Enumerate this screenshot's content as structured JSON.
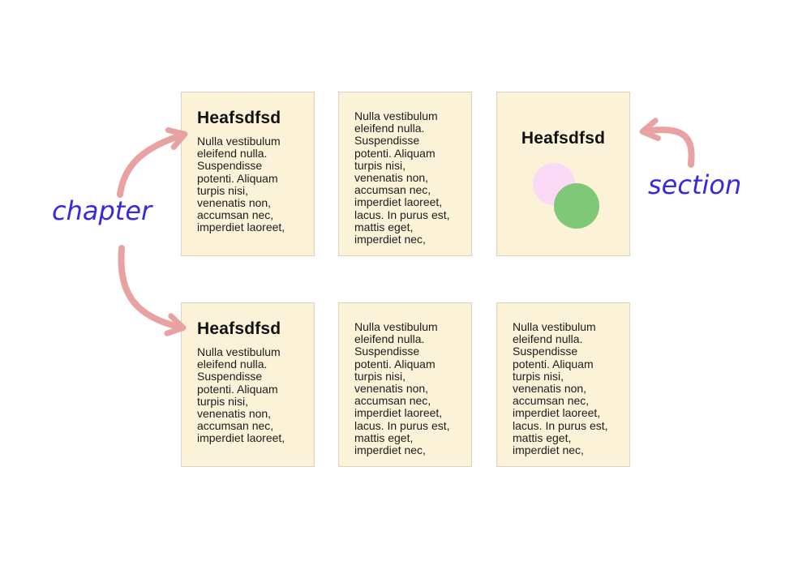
{
  "canvas": {
    "background": "#ffffff"
  },
  "card_style": {
    "background": "#fbf2d7",
    "border_color": "#dbd3bf",
    "text_color": "#1c1c1c"
  },
  "labels": {
    "chapter": "chapter",
    "section": "section",
    "color": "#3629e0"
  },
  "arrows": {
    "color": "#e8a2a2"
  },
  "cards": [
    {
      "heading": "Heafsdfsd",
      "body": "Nulla vestibulum\neleifend nulla.\nSuspendisse\npotenti. Aliquam\nturpis nisi,\nvenenatis non,\naccumsan nec,\nimperdiet laoreet,"
    },
    {
      "body": "Nulla vestibulum\neleifend nulla.\nSuspendisse\npotenti. Aliquam\nturpis nisi,\nvenenatis non,\naccumsan nec,\nimperdiet laoreet,\nlacus. In purus est,\nmattis eget,\nimperdiet nec,"
    },
    {
      "heading": "Heafsdfsd",
      "shapes": [
        {
          "name": "pink-circle",
          "color": "#fadaf7"
        },
        {
          "name": "green-circle",
          "color": "#7ec878"
        }
      ]
    },
    {
      "heading": "Heafsdfsd",
      "body": "Nulla vestibulum\neleifend nulla.\nSuspendisse\npotenti. Aliquam\nturpis nisi,\nvenenatis non,\naccumsan nec,\nimperdiet laoreet,"
    },
    {
      "body": "Nulla vestibulum\neleifend nulla.\nSuspendisse\npotenti. Aliquam\nturpis nisi,\nvenenatis non,\naccumsan nec,\nimperdiet laoreet,\nlacus. In purus est,\nmattis eget,\nimperdiet nec,"
    },
    {
      "body": "Nulla vestibulum\neleifend nulla.\nSuspendisse\npotenti. Aliquam\nturpis nisi,\nvenenatis non,\naccumsan nec,\nimperdiet laoreet,\nlacus. In purus est,\nmattis eget,\nimperdiet nec,"
    }
  ]
}
